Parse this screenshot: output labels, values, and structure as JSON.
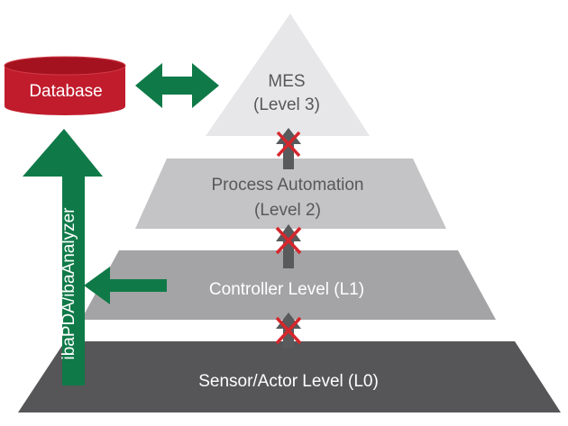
{
  "levels": {
    "mes": {
      "title": "MES",
      "subtitle": "(Level 3)"
    },
    "process": {
      "title": "Process Automation",
      "subtitle": "(Level 2)"
    },
    "controller": {
      "title": "Controller Level (L1)"
    },
    "sensor": {
      "title": "Sensor/Actor Level (L0)"
    }
  },
  "database": {
    "label": "Database"
  },
  "side_arrow": {
    "label": "ibaPDA/ibaAnalyzer"
  },
  "colors": {
    "database": "#c01c2c",
    "green": "#0f7a48",
    "level3": "#e7e7e9",
    "level2": "#c4c4c6",
    "level1": "#a4a4a6",
    "level0": "#565658",
    "blocked_arrow": "#585a5c",
    "blocked_cross": "#d6262c",
    "text_dark": "#58585a",
    "text_light": "#ffffff"
  }
}
